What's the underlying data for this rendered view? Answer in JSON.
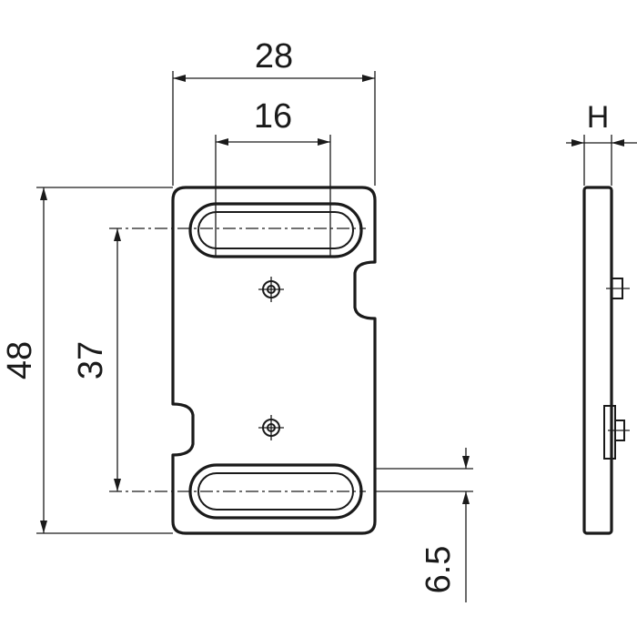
{
  "dimensions": {
    "overall_width": "28",
    "slot_length": "16",
    "overall_height": "48",
    "slot_spacing": "37",
    "slot_offset": "6.5",
    "thickness": "H"
  },
  "colors": {
    "line": "#1a1a1a",
    "background": "#ffffff"
  }
}
